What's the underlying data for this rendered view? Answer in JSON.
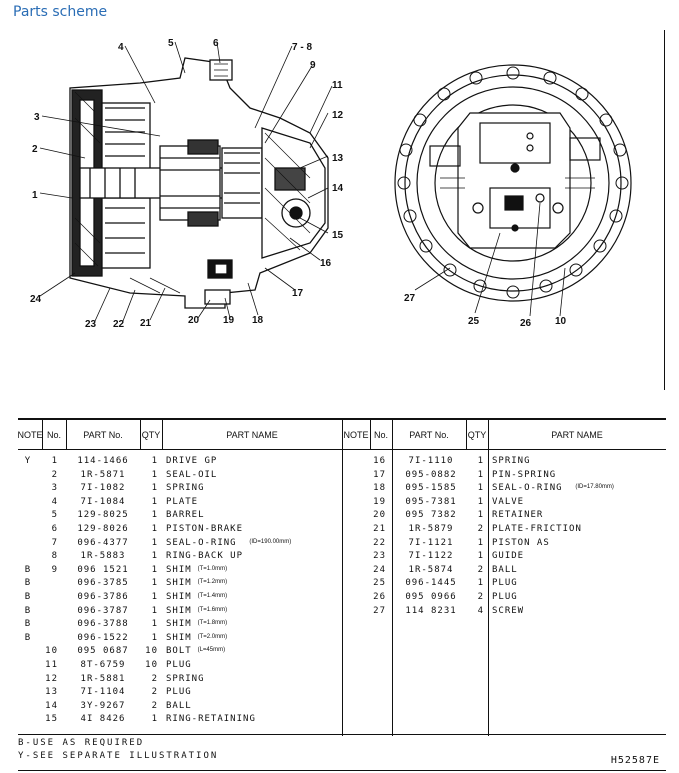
{
  "page_title": "Parts scheme",
  "callouts": {
    "left_drawing": [
      "4",
      "5",
      "6",
      "7 - 8",
      "9",
      "11",
      "12",
      "13",
      "14",
      "15",
      "16",
      "17",
      "18",
      "19",
      "20",
      "21",
      "22",
      "23",
      "24",
      "1",
      "2",
      "3"
    ],
    "right_drawing": [
      "27",
      "25",
      "26",
      "10"
    ]
  },
  "table": {
    "headers": {
      "note": "NOTE",
      "no": "No.",
      "part_no": "PART No.",
      "qty": "QTY",
      "part_name": "PART NAME"
    },
    "left_rows": [
      {
        "note": "Y",
        "no": "1",
        "part": "114-1466",
        "qty": "1",
        "name": "DRIVE GP",
        "sub": ""
      },
      {
        "note": "",
        "no": "2",
        "part": "1R-5871",
        "qty": "1",
        "name": "SEAL-OIL",
        "sub": ""
      },
      {
        "note": "",
        "no": "3",
        "part": "7I-1082",
        "qty": "1",
        "name": "SPRING",
        "sub": ""
      },
      {
        "note": "",
        "no": "4",
        "part": "7I-1084",
        "qty": "1",
        "name": "PLATE",
        "sub": ""
      },
      {
        "note": "",
        "no": "5",
        "part": "129-8025",
        "qty": "1",
        "name": "BARREL",
        "sub": ""
      },
      {
        "note": "",
        "no": "6",
        "part": "129-8026",
        "qty": "1",
        "name": "PISTON-BRAKE",
        "sub": ""
      },
      {
        "note": "",
        "no": "7",
        "part": "096-4377",
        "qty": "1",
        "name": "SEAL-O-RING",
        "sub": "(ID=190.00mm)"
      },
      {
        "note": "",
        "no": "8",
        "part": "1R-5883",
        "qty": "1",
        "name": "RING-BACK UP",
        "sub": ""
      },
      {
        "note": "B",
        "no": "9",
        "part": "096 1521",
        "qty": "1",
        "name": "SHIM",
        "sub": "(T=1.0mm)"
      },
      {
        "note": "B",
        "no": "",
        "part": "096-3785",
        "qty": "1",
        "name": "SHIM",
        "sub": "(T=1.2mm)"
      },
      {
        "note": "B",
        "no": "",
        "part": "096-3786",
        "qty": "1",
        "name": "SHIM",
        "sub": "(T=1.4mm)"
      },
      {
        "note": "B",
        "no": "",
        "part": "096-3787",
        "qty": "1",
        "name": "SHIM",
        "sub": "(T=1.6mm)"
      },
      {
        "note": "B",
        "no": "",
        "part": "096-3788",
        "qty": "1",
        "name": "SHIM",
        "sub": "(T=1.8mm)"
      },
      {
        "note": "B",
        "no": "",
        "part": "096-1522",
        "qty": "1",
        "name": "SHIM",
        "sub": "(T=2.0mm)"
      },
      {
        "note": "",
        "no": "10",
        "part": "095 0687",
        "qty": "10",
        "name": "BOLT",
        "sub": "(L=45mm)"
      },
      {
        "note": "",
        "no": "11",
        "part": "8T-6759",
        "qty": "10",
        "name": "PLUG",
        "sub": ""
      },
      {
        "note": "",
        "no": "12",
        "part": "1R-5881",
        "qty": "2",
        "name": "SPRING",
        "sub": ""
      },
      {
        "note": "",
        "no": "13",
        "part": "7I-1104",
        "qty": "2",
        "name": "PLUG",
        "sub": ""
      },
      {
        "note": "",
        "no": "14",
        "part": "3Y-9267",
        "qty": "2",
        "name": "BALL",
        "sub": ""
      },
      {
        "note": "",
        "no": "15",
        "part": "4I 8426",
        "qty": "1",
        "name": "RING-RETAINING",
        "sub": ""
      }
    ],
    "right_rows": [
      {
        "note": "",
        "no": "16",
        "part": "7I-1110",
        "qty": "1",
        "name": "SPRING",
        "sub": ""
      },
      {
        "note": "",
        "no": "17",
        "part": "095-0882",
        "qty": "1",
        "name": "PIN-SPRING",
        "sub": ""
      },
      {
        "note": "",
        "no": "18",
        "part": "095-1585",
        "qty": "1",
        "name": "SEAL-O-RING",
        "sub": "(ID=17.80mm)"
      },
      {
        "note": "",
        "no": "19",
        "part": "095-7381",
        "qty": "1",
        "name": "VALVE",
        "sub": ""
      },
      {
        "note": "",
        "no": "20",
        "part": "095 7382",
        "qty": "1",
        "name": "RETAINER",
        "sub": ""
      },
      {
        "note": "",
        "no": "21",
        "part": "1R-5879",
        "qty": "2",
        "name": "PLATE-FRICTION",
        "sub": ""
      },
      {
        "note": "",
        "no": "22",
        "part": "7I-1121",
        "qty": "1",
        "name": "PISTON AS",
        "sub": ""
      },
      {
        "note": "",
        "no": "23",
        "part": "7I-1122",
        "qty": "1",
        "name": "GUIDE",
        "sub": ""
      },
      {
        "note": "",
        "no": "24",
        "part": "1R-5874",
        "qty": "2",
        "name": "BALL",
        "sub": ""
      },
      {
        "note": "",
        "no": "25",
        "part": "096-1445",
        "qty": "1",
        "name": "PLUG",
        "sub": ""
      },
      {
        "note": "",
        "no": "26",
        "part": "095 0966",
        "qty": "2",
        "name": "PLUG",
        "sub": ""
      },
      {
        "note": "",
        "no": "27",
        "part": "114 8231",
        "qty": "4",
        "name": "SCREW",
        "sub": ""
      }
    ]
  },
  "footer": {
    "line1": "B-USE AS REQUIRED",
    "line2": "Y-SEE SEPARATE ILLUSTRATION",
    "code": "H52587E"
  }
}
